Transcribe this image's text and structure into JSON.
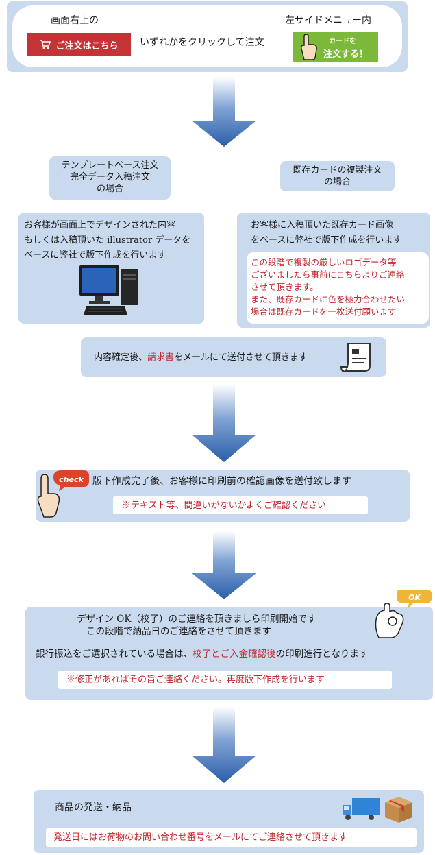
{
  "step1": {
    "left_caption": "画面右上の",
    "order_button": "ご注文はこちら",
    "middle_text": "いずれかをクリックして注文",
    "right_caption": "左サイドメニュー内",
    "card_button_line1": "カードを",
    "card_button_line2": "注文する！"
  },
  "branch_left": {
    "title_line1": "テンプレートベース注文",
    "title_line2": "完全データ入稿注文",
    "title_line3": "の場合",
    "desc_line1": "お客様が画面上でデザインされた内容",
    "desc_line2": "もしくは入稿頂いた illustrator データを",
    "desc_line3": "ベースに弊社で版下作成を行います"
  },
  "branch_right": {
    "title_line1": "既存カードの複製注文",
    "title_line2": "の場合",
    "desc_line1": "お客様に入稿頂いた既存カード画像",
    "desc_line2": "をベースに弊社で版下作成を行います",
    "note_line1": "この段階で複製の厳しいロゴデータ等",
    "note_line2": "ございましたら事前にこちらよりご連絡",
    "note_line3": "させて頂きます。",
    "note_line4": "また、既存カードに色を極力合わせたい",
    "note_line5": "場合は既存カードを一枚送付願います"
  },
  "invoice": {
    "text_before": "内容確定後、",
    "text_highlight": "請求書",
    "text_after": "をメールにて送付させて頂きます"
  },
  "proof": {
    "bubble": "check",
    "text": "版下作成完了後、お客様に印刷前の確認画像を送付致します",
    "note": "※テキスト等、間違いがないかよくご確認ください"
  },
  "approval": {
    "bubble": "OK",
    "line1": "デザイン OK（校了）のご連絡を頂きましら印刷開始です",
    "line2": "この段階で納品日のご連絡をさせて頂きます",
    "line3_before": "銀行振込をご選択されている場合は、",
    "line3_highlight": "校了とご入金確認後",
    "line3_after": "の印刷進行となります",
    "note": "※修正があればその旨ご連絡ください。再度版下作成を行います"
  },
  "delivery": {
    "title": "商品の発送・納品",
    "note": "発送日にはお荷物のお問い合わせ番号をメールにてご連絡させて頂きます"
  },
  "colors": {
    "panel": "#c9d9ee",
    "arrow": "#2b5fa8",
    "highlight": "#c0252d",
    "order_button": "#c43437",
    "card_button": "#7cb83a"
  }
}
